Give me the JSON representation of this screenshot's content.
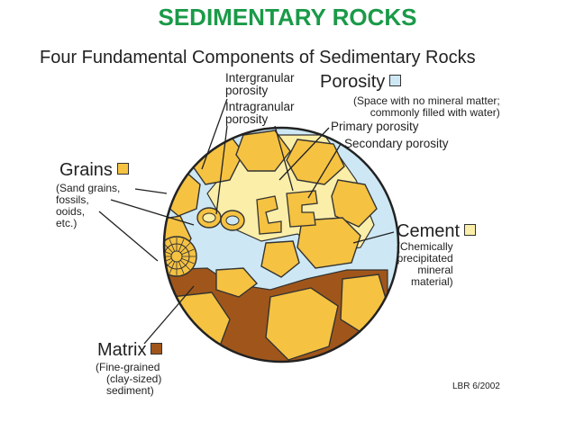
{
  "slide_title": "SEDIMENTARY ROCKS",
  "figure_title": "Four Fundamental Components of Sedimentary Rocks",
  "labels": {
    "intergranular_porosity": [
      "Intergranular",
      "porosity"
    ],
    "intragranular_porosity": [
      "Intragranular",
      "porosity"
    ],
    "porosity": {
      "title": "Porosity",
      "description": [
        "(Space with no mineral matter;",
        "commonly filled with water)"
      ],
      "color": "#cde8f4"
    },
    "primary_porosity": "Primary porosity",
    "secondary_porosity": "Secondary porosity",
    "grains": {
      "title": "Grains",
      "description": [
        "(Sand grains,",
        "fossils,",
        "ooids,",
        "etc.)"
      ],
      "color": "#f5c242"
    },
    "cement": {
      "title": "Cement",
      "description": [
        "(Chemically",
        "precipitated",
        "mineral",
        "material)"
      ],
      "color": "#fbeea9"
    },
    "matrix": {
      "title": "Matrix",
      "description": [
        "(Fine-grained",
        "(clay-sized)",
        "sediment)"
      ],
      "color": "#a0561a"
    }
  },
  "credit": "LBR 6/2002"
}
